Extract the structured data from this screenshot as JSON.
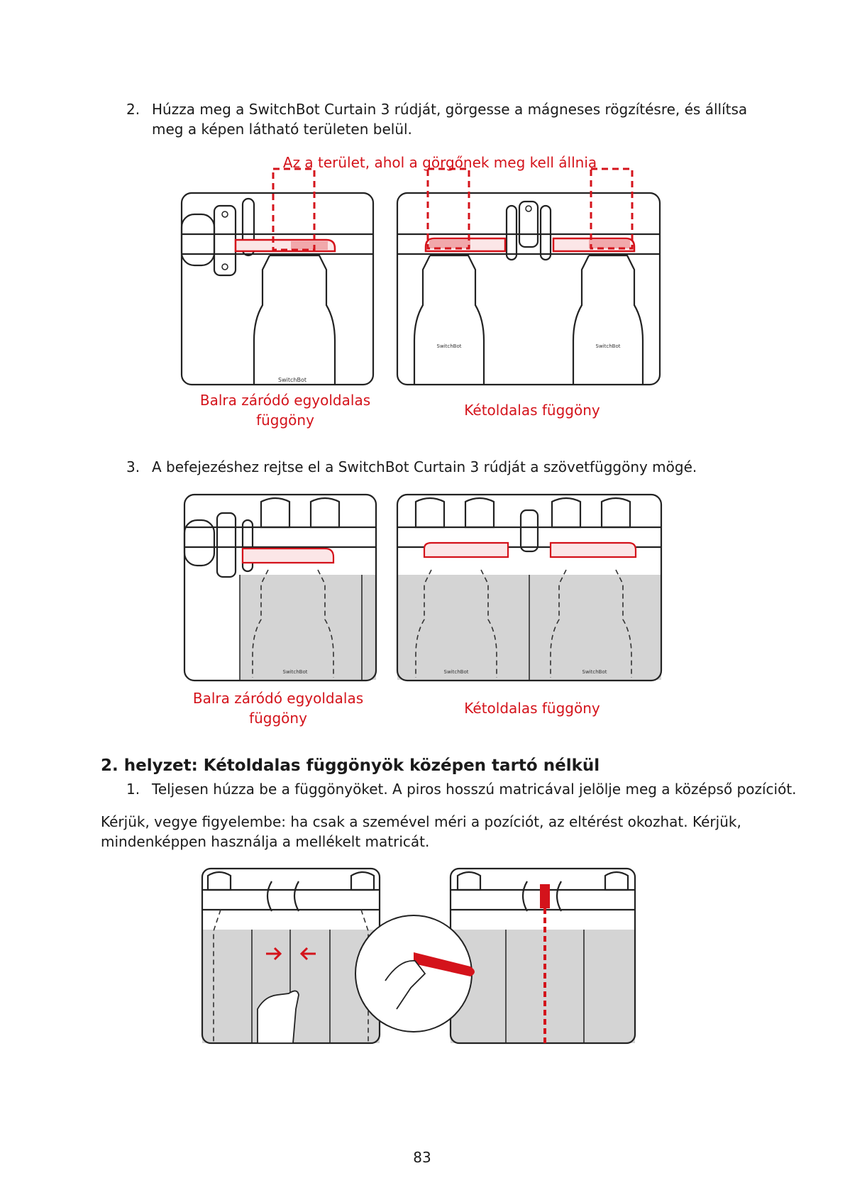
{
  "step2": {
    "num": "2.",
    "text_line1": "Húzza meg a SwitchBot Curtain 3 rúdját, görgesse a mágneses rögzítésre, és állítsa",
    "text_line2": "meg a képen látható területen belül."
  },
  "area_caption": "Az a terület, ahol a görgőnek meg kell állnia",
  "fig1": {
    "left_caption_1": "Balra záródó egyoldalas",
    "left_caption_2": "függöny",
    "right_caption": "Kétoldalas függöny",
    "brand": "SwitchBot"
  },
  "step3": {
    "num": "3.",
    "text": "A befejezéshez rejtse el a SwitchBot Curtain 3 rúdját a szövetfüggöny mögé."
  },
  "fig2": {
    "left_caption_1": "Balra záródó egyoldalas",
    "left_caption_2": "függöny",
    "right_caption": "Kétoldalas függöny",
    "brand": "SwitchBot"
  },
  "section_heading": "2. helyzet: Kétoldalas függönyök középen tartó nélkül",
  "s2_step1": {
    "num": "1.",
    "text": "Teljesen húzza be a függönyöket. A piros hosszú matricával jelölje meg a középső pozíciót."
  },
  "note_line1": "Kérjük, vegye figyelembe: ha csak a szemével méri a pozíciót, az eltérést okozhat. Kérjük,",
  "note_line2": "mindenképpen használja a mellékelt matricát.",
  "page_number": "83",
  "colors": {
    "accent_red": "#d4131b",
    "curtain_gray": "#d4d4d4",
    "line": "#222222"
  }
}
